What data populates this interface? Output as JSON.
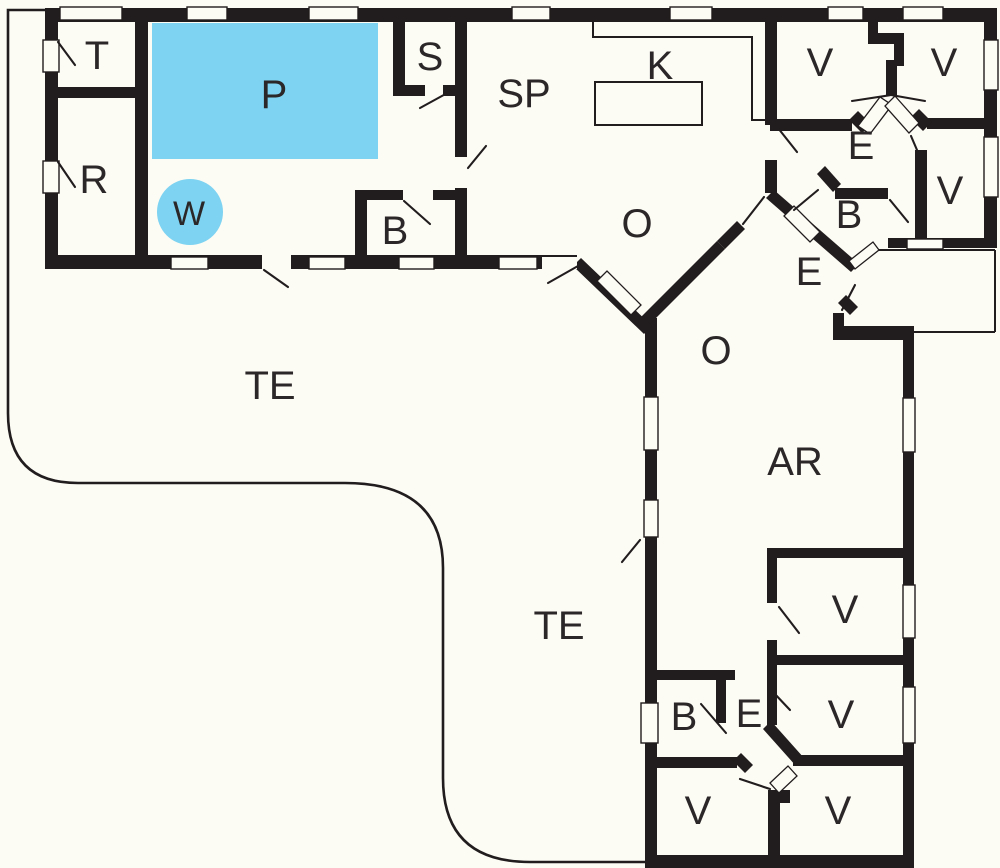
{
  "plan_type": "floor-plan",
  "colors": {
    "background": "#fcfbf4",
    "wall": "#211c1d",
    "water": "#7dd3f1",
    "label": "#2b2728"
  },
  "rooms": [
    {
      "id": "room-t-top-left",
      "label": "T"
    },
    {
      "id": "room-r-left",
      "label": "R"
    },
    {
      "id": "pool",
      "label": "P"
    },
    {
      "id": "whirlpool",
      "label": "W"
    },
    {
      "id": "room-s",
      "label": "S"
    },
    {
      "id": "room-sp",
      "label": "SP"
    },
    {
      "id": "kitchen-k",
      "label": "K"
    },
    {
      "id": "room-b-upper",
      "label": "B"
    },
    {
      "id": "room-o-upper",
      "label": "O"
    },
    {
      "id": "room-v-top-1",
      "label": "V"
    },
    {
      "id": "room-v-top-2",
      "label": "V"
    },
    {
      "id": "hall-e-top",
      "label": "E"
    },
    {
      "id": "room-b-top-right",
      "label": "B"
    },
    {
      "id": "room-v-right",
      "label": "V"
    },
    {
      "id": "hall-e-mid",
      "label": "E"
    },
    {
      "id": "room-o-lower",
      "label": "O"
    },
    {
      "id": "room-ar",
      "label": "AR"
    },
    {
      "id": "terrace-te-upper",
      "label": "TE"
    },
    {
      "id": "terrace-te-lower",
      "label": "TE"
    },
    {
      "id": "room-v-mid-upper",
      "label": "V"
    },
    {
      "id": "room-v-mid-lower",
      "label": "V"
    },
    {
      "id": "room-b-lower",
      "label": "B"
    },
    {
      "id": "hall-e-lower",
      "label": "E"
    },
    {
      "id": "room-v-bottom-left",
      "label": "V"
    },
    {
      "id": "room-v-bottom-right",
      "label": "V"
    }
  ]
}
